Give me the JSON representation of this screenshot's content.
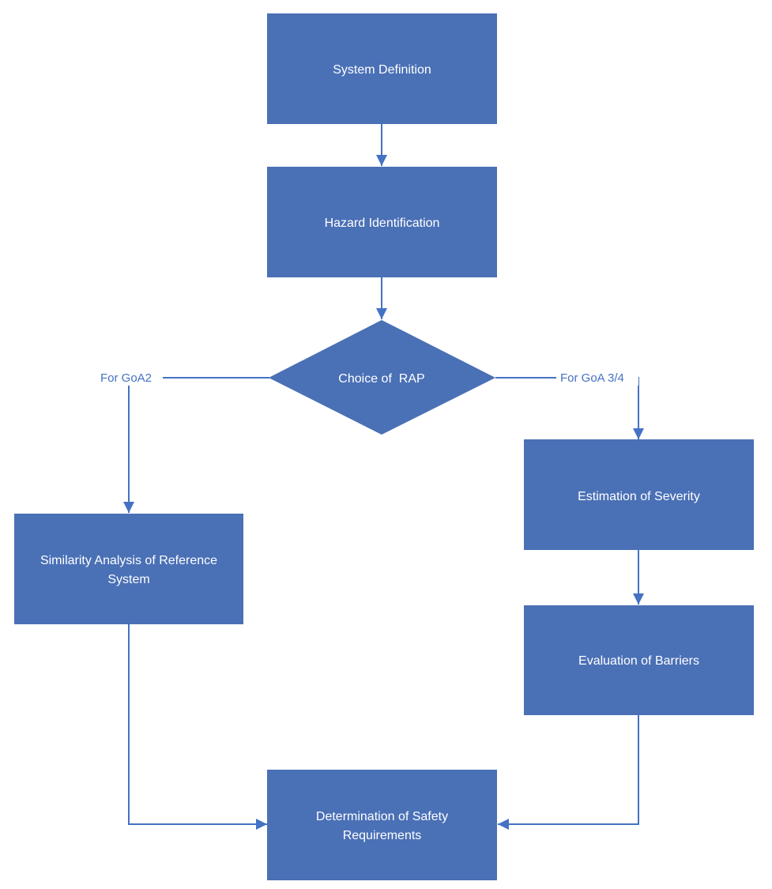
{
  "colors": {
    "box_fill": "#4a70b6",
    "connector": "#4472c4",
    "label_text": "#ffffff",
    "branch_text": "#4472c4"
  },
  "nodes": {
    "system_definition": "System Definition",
    "hazard_identification": "Hazard Identification",
    "choice_of_rap": "Choice of  RAP",
    "similarity_analysis_line1": "Similarity Analysis of Reference",
    "similarity_analysis_line2": "System",
    "estimation_of_severity": "Estimation of Severity",
    "evaluation_of_barriers": "Evaluation of Barriers",
    "determination_line1": "Determination of Safety",
    "determination_line2": "Requirements"
  },
  "branches": {
    "left": "For GoA2",
    "right": "For GoA 3/4"
  }
}
